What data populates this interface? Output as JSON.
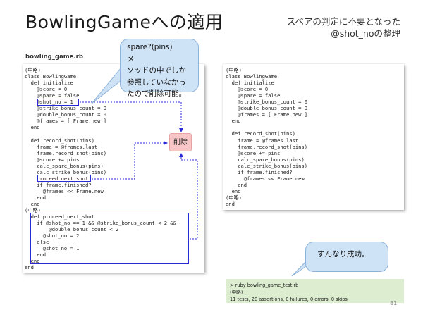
{
  "slide": {
    "title": "BowlingGameへの適用",
    "subtitle_line1": "スペアの判定に不要となった",
    "subtitle_line2": "@shot_noの整理",
    "filename": "bowling_game.rb",
    "delete_label": "削除",
    "callout_spare": [
      "spare?(pins)　　メ",
      "ソッドの中でしか",
      "参照していなかっ",
      "たので削除可能。"
    ],
    "callout_success": "すんなり成功。",
    "page_number": "81"
  },
  "left_code": [
    "(中略)",
    "class BowlingGame",
    "  def initialize",
    "    @score = 0",
    "    @spare = false",
    "    @shot_no = 1",
    "    @strike_bonus_count = 0",
    "    @double_bonus_count = 0",
    "    @frames = [ Frame.new ]",
    "  end",
    "",
    "  def record_shot(pins)",
    "    frame = @frames.last",
    "    frame.record_shot(pins)",
    "    @score += pins",
    "    calc_spare_bonus(pins)",
    "    calc_strike_bonus(pins)",
    "    proceed_next_shot",
    "    if frame.finished?",
    "      @frames << Frame.new",
    "    end",
    "  end",
    "(中略)",
    "  def proceed_next_shot",
    "    if @shot_no == 1 && @strike_bonus_count < 2 &&",
    "        @double_bonus_count < 2",
    "      @shot_no = 2",
    "    else",
    "      @shot_no = 1",
    "    end",
    "  end",
    "end"
  ],
  "right_code": [
    "(中略)",
    "class BowlingGame",
    "  def initialize",
    "    @score = 0",
    "    @spare = false",
    "    @strike_bonus_count = 0",
    "    @double_bonus_count = 0",
    "    @frames = [ Frame.new ]",
    "  end",
    "",
    "  def record_shot(pins)",
    "    frame = @frames.last",
    "    frame.record_shot(pins)",
    "    @score += pins",
    "    calc_spare_bonus(pins)",
    "    calc_strike_bonus(pins)",
    "    if frame.finished?",
    "      @frames << Frame.new",
    "    end",
    "  end",
    "(中略)",
    "end"
  ],
  "terminal": {
    "command": "> ruby bowling_game_test.rb",
    "elided": "(中略)",
    "result": "11 tests, 20 assertions, 0 failures, 0 errors, 0 skips"
  },
  "colors": {
    "highlight": "#2a2ad6",
    "delete_fill": "#f8c6c6",
    "callout_fill": "#cfe3f6",
    "terminal_fill": "#ddeed0"
  }
}
